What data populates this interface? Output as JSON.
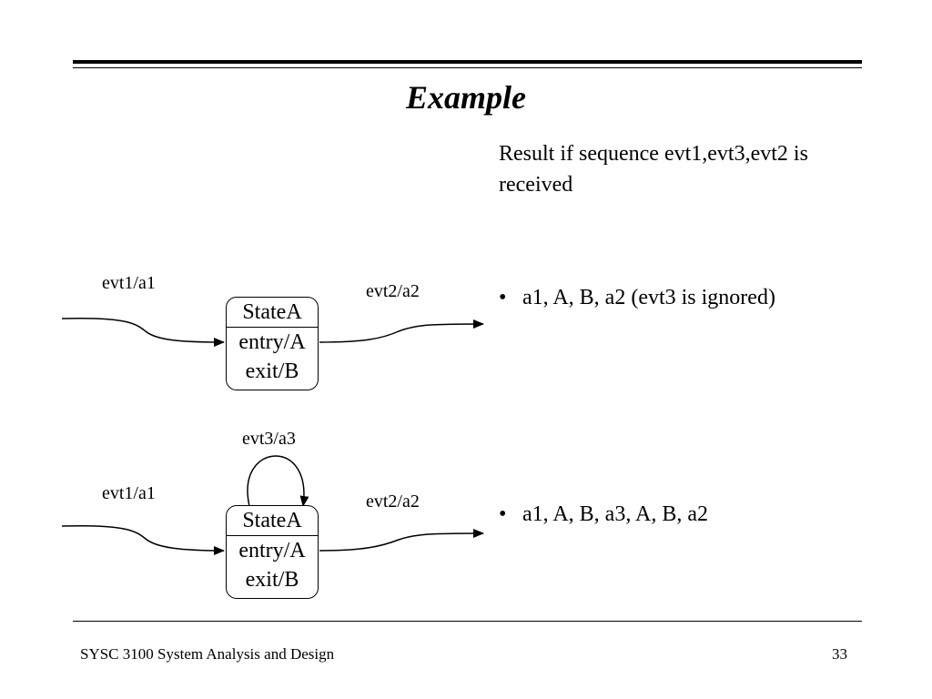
{
  "slide": {
    "title": "Example",
    "result_text": "Result if sequence evt1,evt3,evt2 is received",
    "bullets": [
      {
        "marker": "•",
        "text": "a1, A, B, a2 (evt3 is ignored)"
      },
      {
        "marker": "•",
        "text": "a1, A, B, a3, A, B, a2"
      }
    ]
  },
  "diagram_1": {
    "incoming_label": "evt1/a1",
    "outgoing_label": "evt2/a2",
    "state": {
      "name": "StateA",
      "entry": "entry/A",
      "exit": "exit/B"
    }
  },
  "diagram_2": {
    "incoming_label": "evt1/a1",
    "outgoing_label": "evt2/a2",
    "self_label": "evt3/a3",
    "state": {
      "name": "StateA",
      "entry": "entry/A",
      "exit": "exit/B"
    }
  },
  "footer": {
    "course": "SYSC 3100 System Analysis and Design",
    "page": "33"
  }
}
